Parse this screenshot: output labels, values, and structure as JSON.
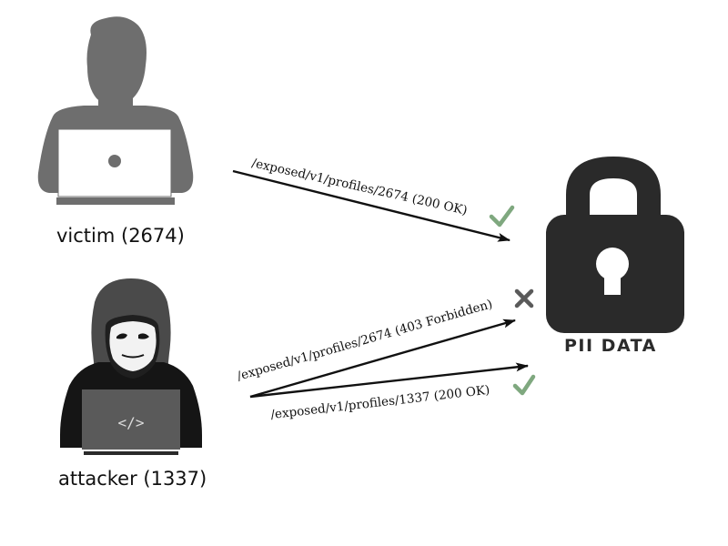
{
  "victim": {
    "label": "victim (2674)"
  },
  "attacker": {
    "label": "attacker (1337)",
    "screen_text": "</>"
  },
  "target": {
    "label": "PII DATA"
  },
  "requests": [
    {
      "text": "/exposed/v1/profiles/2674 (200 OK)",
      "from": "victim",
      "status": "success"
    },
    {
      "text": "/exposed/v1/profiles/2674 (403 Forbidden)",
      "from": "attacker",
      "status": "denied"
    },
    {
      "text": "/exposed/v1/profiles/1337 (200 OK)",
      "from": "attacker",
      "status": "success"
    }
  ],
  "colors": {
    "victim_fill": "#6e6e6e",
    "attacker_hood": "#4a4a4a",
    "attacker_body": "#151515",
    "lock_body": "#2a2a2a",
    "check": "#7fa87f",
    "cross": "#5a5a5a"
  }
}
